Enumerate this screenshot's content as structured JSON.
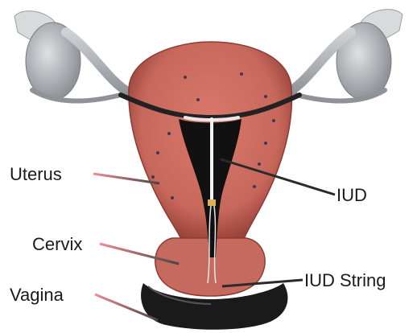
{
  "labels": {
    "uterus": "Uterus",
    "cervix": "Cervix",
    "vagina": "Vagina",
    "iud": "IUD",
    "iud_string": "IUD String"
  },
  "colors": {
    "tissue": "#c8685c",
    "tissue_dark": "#9c3f36",
    "cavity": "#111111",
    "ovary": "#b9bcbf",
    "leader_red": "#e0747a",
    "leader_dark": "#2a2a2a"
  }
}
